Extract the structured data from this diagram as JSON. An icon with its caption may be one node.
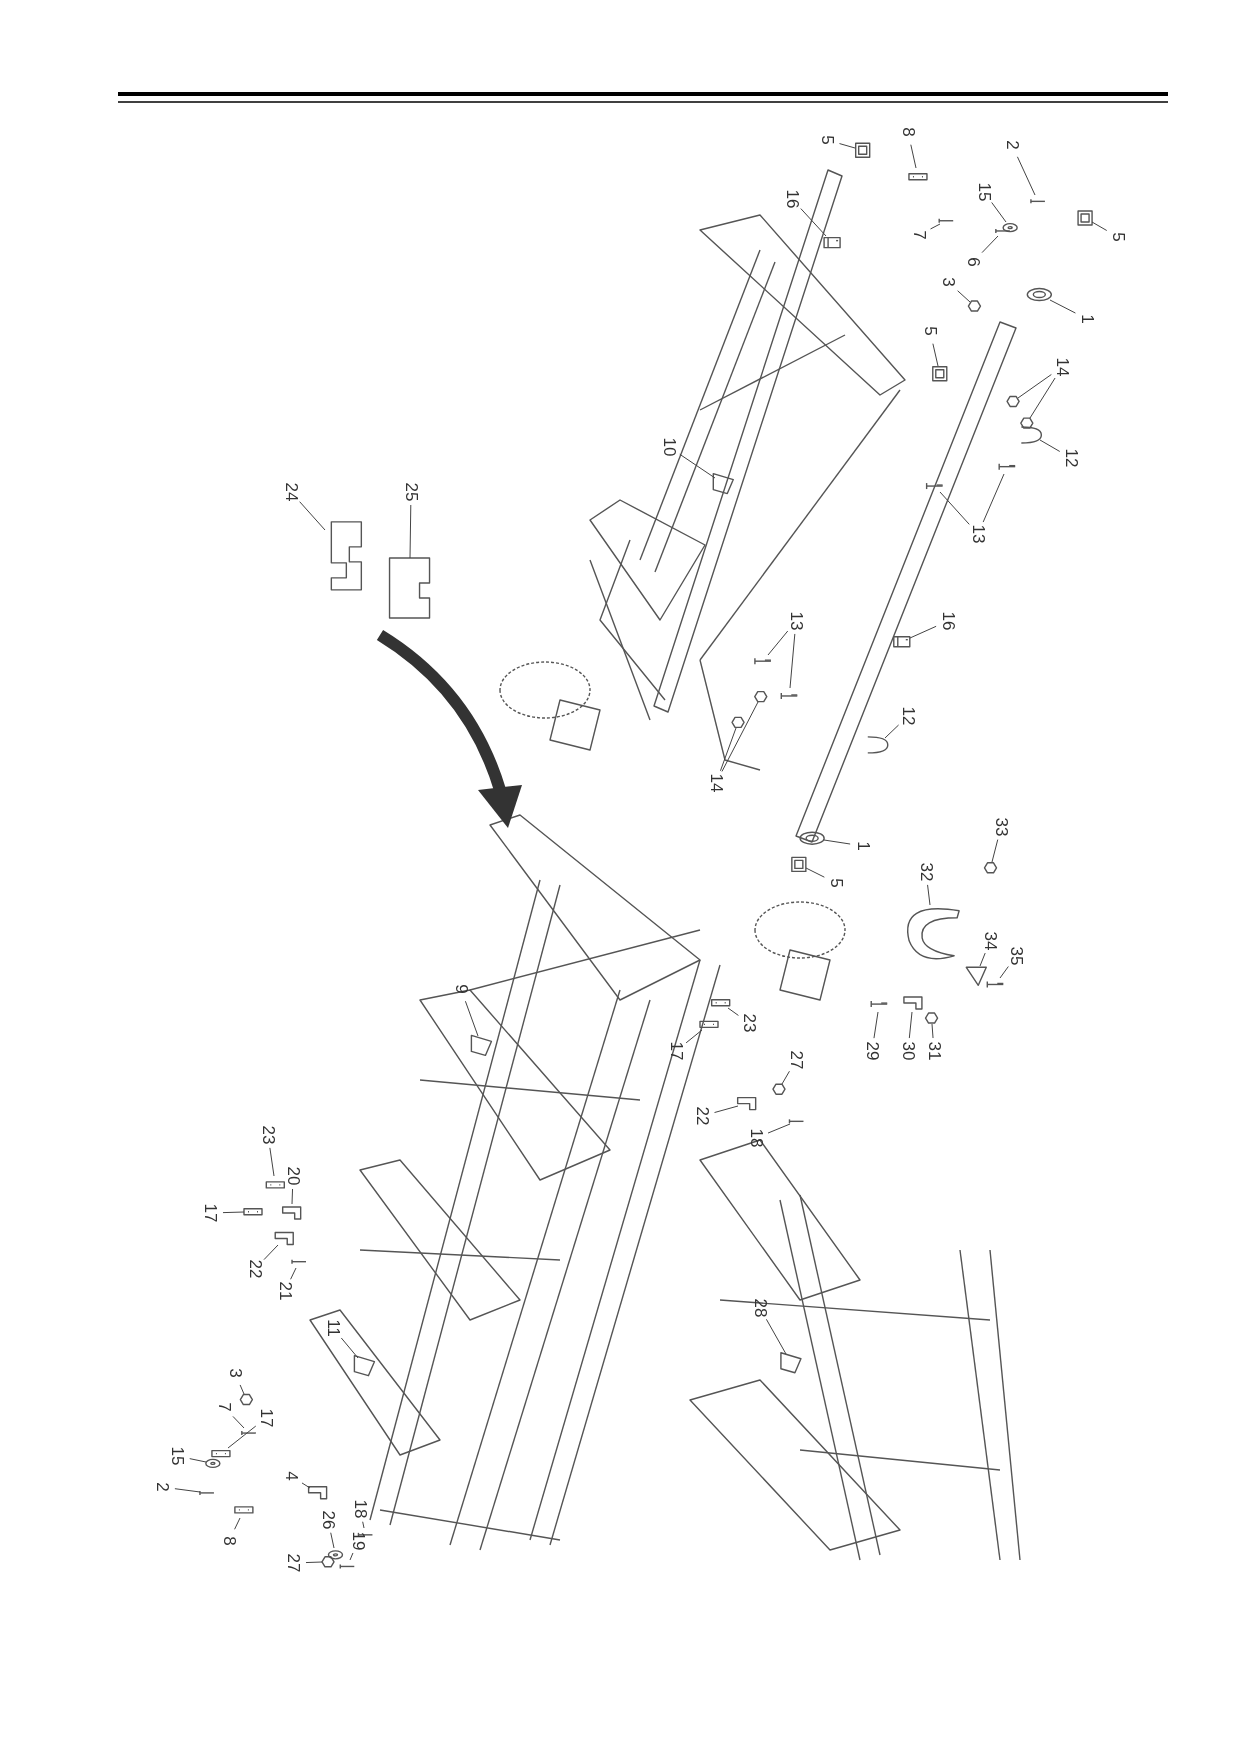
{
  "diagram": {
    "nodes": [
      {
        "text": [
          "5"
        ]
      },
      {
        "text": [
          "8"
        ]
      },
      {
        "text": [
          "2"
        ]
      },
      {
        "text": [
          "16"
        ]
      },
      {
        "text": [
          "15"
        ]
      },
      {
        "text": [
          "7"
        ]
      },
      {
        "text": [
          "6"
        ]
      },
      {
        "text": [
          "3"
        ]
      },
      {
        "text": [
          "5"
        ]
      },
      {
        "text": [
          "1"
        ]
      },
      {
        "text": [
          "5"
        ]
      },
      {
        "text": [
          "14"
        ]
      },
      {
        "text": [
          "12"
        ]
      },
      {
        "text": [
          "10"
        ]
      },
      {
        "text": [
          "13"
        ]
      },
      {
        "text": [
          "16"
        ]
      },
      {
        "text": [
          "24"
        ]
      },
      {
        "text": [
          "25"
        ]
      },
      {
        "text": [
          "13"
        ]
      },
      {
        "text": [
          "12"
        ]
      },
      {
        "text": [
          "14"
        ]
      },
      {
        "text": [
          "1"
        ]
      },
      {
        "text": [
          "5"
        ]
      },
      {
        "text": [
          "33"
        ]
      },
      {
        "text": [
          "32"
        ]
      },
      {
        "text": [
          "34"
        ]
      },
      {
        "text": [
          "35"
        ]
      },
      {
        "text": [
          "29"
        ]
      },
      {
        "text": [
          "30"
        ]
      },
      {
        "text": [
          "31"
        ]
      },
      {
        "text": [
          "9"
        ]
      },
      {
        "text": [
          "23"
        ]
      },
      {
        "text": [
          "17"
        ]
      },
      {
        "text": [
          "27"
        ]
      },
      {
        "text": [
          "22"
        ]
      },
      {
        "text": [
          "18"
        ]
      },
      {
        "text": [
          "23"
        ]
      },
      {
        "text": [
          "20"
        ]
      },
      {
        "text": [
          "17"
        ]
      },
      {
        "text": [
          "22"
        ]
      },
      {
        "text": [
          "21"
        ]
      },
      {
        "text": [
          "28"
        ]
      },
      {
        "text": [
          "11"
        ]
      },
      {
        "text": [
          "3"
        ]
      },
      {
        "text": [
          "7"
        ]
      },
      {
        "text": [
          "17"
        ]
      },
      {
        "text": [
          "15"
        ]
      },
      {
        "text": [
          "2"
        ]
      },
      {
        "text": [
          "4"
        ]
      },
      {
        "text": [
          "18"
        ]
      },
      {
        "text": [
          "26"
        ]
      },
      {
        "text": [
          "8"
        ]
      },
      {
        "text": [
          "19"
        ]
      },
      {
        "text": [
          "27"
        ]
      },
      {
        "text": [],
        "shape": "picture"
      },
      {
        "text": [],
        "shape": "picture"
      },
      {
        "text": [],
        "shape": "picture"
      },
      {
        "text": [],
        "shape": "picture"
      },
      {
        "text": [],
        "shape": "picture"
      },
      {
        "text": [],
        "shape": "picture"
      },
      {
        "text": [],
        "shape": "picture"
      },
      {
        "text": [],
        "shape": "picture"
      },
      {
        "text": [],
        "shape": "picture"
      },
      {
        "text": [],
        "shape": "picture"
      },
      {
        "text": [],
        "shape": "picture"
      },
      {
        "text": [],
        "shape": "picture"
      },
      {
        "text": [],
        "shape": "picture"
      },
      {
        "text": [],
        "shape": "picture"
      },
      {
        "text": [],
        "shape": "picture"
      },
      {
        "text": [],
        "shape": "picture"
      },
      {
        "text": [],
        "shape": "picture"
      },
      {
        "text": [],
        "shape": "picture"
      },
      {
        "text": [],
        "shape": "picture"
      },
      {
        "text": [],
        "shape": "picture"
      },
      {
        "text": [],
        "shape": "picture"
      },
      {
        "text": [],
        "shape": "picture"
      },
      {
        "text": [],
        "shape": "picture"
      },
      {
        "text": [],
        "shape": "picture"
      },
      {
        "text": [],
        "shape": "picture"
      },
      {
        "text": [],
        "shape": "picture"
      },
      {
        "text": [],
        "shape": "picture"
      },
      {
        "text": [],
        "shape": "picture"
      },
      {
        "text": [],
        "shape": "picture"
      },
      {
        "text": [],
        "shape": "picture"
      },
      {
        "text": [],
        "shape": "picture"
      },
      {
        "text": [],
        "shape": "picture"
      },
      {
        "text": [],
        "shape": "picture"
      },
      {
        "text": [],
        "shape": "picture"
      },
      {
        "text": [],
        "shape": "picture"
      },
      {
        "text": [],
        "shape": "picture"
      },
      {
        "text": [],
        "shape": "picture"
      },
      {
        "text": [],
        "shape": "picture"
      },
      {
        "text": [],
        "shape": "picture"
      },
      {
        "text": [],
        "shape": "picture"
      },
      {
        "text": [],
        "shape": "picture"
      },
      {
        "text": [],
        "shape": "picture"
      },
      {
        "text": [],
        "shape": "picture"
      },
      {
        "text": [],
        "shape": "picture"
      },
      {
        "text": [],
        "shape": "picture"
      },
      {
        "text": [],
        "shape": "picture"
      },
      {
        "text": [],
        "shape": "picture"
      },
      {
        "text": [],
        "shape": "picture"
      },
      {
        "text": [],
        "shape": "picture"
      },
      {
        "text": [],
        "shape": "picture"
      },
      {
        "text": [],
        "shape": "picture"
      },
      {
        "text": [],
        "shape": "picture"
      },
      {
        "text": [],
        "shape": "picture"
      },
      {
        "text": [],
        "shape": "picture"
      },
      {
        "text": [],
        "shape": "picture"
      },
      {
        "text": [],
        "shape": "picture"
      },
      {
        "text": [],
        "shape": "picture"
      },
      {
        "text": [],
        "shape": "picture"
      }
    ],
    "edges": [
      {
        "from": 0,
        "to": 54,
        "arrow": "none"
      },
      {
        "from": 1,
        "to": 55,
        "arrow": "none"
      },
      {
        "from": 2,
        "to": 56,
        "arrow": "none"
      },
      {
        "from": 3,
        "to": 57,
        "arrow": "none"
      },
      {
        "from": 4,
        "to": 58,
        "arrow": "none"
      },
      {
        "from": 5,
        "to": 59,
        "arrow": "none"
      },
      {
        "from": 6,
        "to": 60,
        "arrow": "none"
      },
      {
        "from": 7,
        "to": 61,
        "arrow": "none"
      },
      {
        "from": 8,
        "to": 62,
        "arrow": "none"
      },
      {
        "from": 9,
        "to": 63,
        "arrow": "none"
      },
      {
        "from": 10,
        "to": 64,
        "arrow": "none"
      },
      {
        "from": 11,
        "to": 65,
        "arrow": "none"
      },
      {
        "from": 11,
        "to": 66,
        "arrow": "none"
      },
      {
        "from": 12,
        "to": 67,
        "arrow": "none"
      },
      {
        "from": 13,
        "to": 68,
        "arrow": "none"
      },
      {
        "from": 14,
        "to": 69,
        "arrow": "none"
      },
      {
        "from": 14,
        "to": 70,
        "arrow": "none"
      },
      {
        "from": 15,
        "to": 71,
        "arrow": "none"
      },
      {
        "from": 16,
        "to": 72,
        "arrow": "none"
      },
      {
        "from": 17,
        "to": 73,
        "arrow": "none"
      },
      {
        "from": 18,
        "to": 74,
        "arrow": "none"
      },
      {
        "from": 18,
        "to": 75,
        "arrow": "none"
      },
      {
        "from": 19,
        "to": 76,
        "arrow": "none"
      },
      {
        "from": 20,
        "to": 77,
        "arrow": "none"
      },
      {
        "from": 20,
        "to": 78,
        "arrow": "none"
      },
      {
        "from": 21,
        "to": 79,
        "arrow": "none"
      },
      {
        "from": 22,
        "to": 80,
        "arrow": "none"
      },
      {
        "from": 23,
        "to": 81,
        "arrow": "none"
      },
      {
        "from": 24,
        "to": 82,
        "arrow": "none"
      },
      {
        "from": 25,
        "to": 83,
        "arrow": "none"
      },
      {
        "from": 26,
        "to": 84,
        "arrow": "none"
      },
      {
        "from": 27,
        "to": 85,
        "arrow": "none"
      },
      {
        "from": 28,
        "to": 86,
        "arrow": "none"
      },
      {
        "from": 29,
        "to": 87,
        "arrow": "none"
      },
      {
        "from": 30,
        "to": 88,
        "arrow": "none"
      },
      {
        "from": 31,
        "to": 89,
        "arrow": "none"
      },
      {
        "from": 32,
        "to": 90,
        "arrow": "none"
      },
      {
        "from": 33,
        "to": 91,
        "arrow": "none"
      },
      {
        "from": 34,
        "to": 92,
        "arrow": "none"
      },
      {
        "from": 35,
        "to": 93,
        "arrow": "none"
      },
      {
        "from": 36,
        "to": 94,
        "arrow": "none"
      },
      {
        "from": 37,
        "to": 95,
        "arrow": "none"
      },
      {
        "from": 38,
        "to": 96,
        "arrow": "none"
      },
      {
        "from": 39,
        "to": 97,
        "arrow": "none"
      },
      {
        "from": 40,
        "to": 98,
        "arrow": "none"
      },
      {
        "from": 41,
        "to": 99,
        "arrow": "none"
      },
      {
        "from": 42,
        "to": 100,
        "arrow": "none"
      },
      {
        "from": 43,
        "to": 101,
        "arrow": "none"
      },
      {
        "from": 44,
        "to": 102,
        "arrow": "none"
      },
      {
        "from": 45,
        "to": 103,
        "arrow": "none"
      },
      {
        "from": 46,
        "to": 104,
        "arrow": "none"
      },
      {
        "from": 47,
        "to": 105,
        "arrow": "none"
      },
      {
        "from": 48,
        "to": 106,
        "arrow": "none"
      },
      {
        "from": 49,
        "to": 107,
        "arrow": "none"
      },
      {
        "from": 50,
        "to": 108,
        "arrow": "none"
      },
      {
        "from": 51,
        "to": 109,
        "arrow": "none"
      },
      {
        "from": 52,
        "to": 110,
        "arrow": "none"
      },
      {
        "from": 53,
        "to": 111,
        "arrow": "none"
      }
    ]
  }
}
